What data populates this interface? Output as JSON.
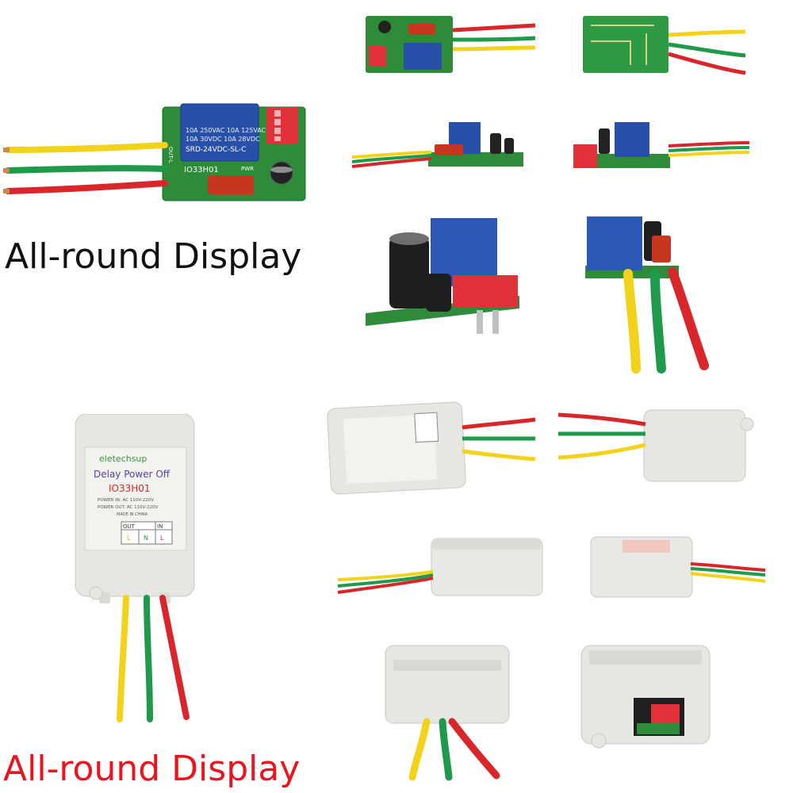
{
  "captions": {
    "top": "All-round Display",
    "bottom": "All-round Display"
  },
  "board": {
    "relay_ratings": "10A 250VAC  10A 125VAC",
    "relay_ratings_2": "10A 30VDC  10A 28VDC",
    "relay_model": "SRD-24VDC-SL-C",
    "silkscreen_model": "IO33H01",
    "silkscreen_pwr": "PWR",
    "silkscreen_out": "OUT-L"
  },
  "enclosure": {
    "brand": "eletechsup",
    "title": "Delay Power Off",
    "model": "IO33H01",
    "power_in": "POWER IN: AC 110V-220V",
    "power_out": "POWER OUT: AC 110V-220V",
    "made_in": "MADE IN CHINA",
    "table_out": "OUT",
    "table_in": "IN",
    "terminal_l_out": "L",
    "terminal_n": "N",
    "terminal_l_in": "L"
  },
  "colors": {
    "pcb": "#2e8b3a",
    "relay": "#2850a8",
    "dip": "#e0303a",
    "wire_yellow": "#f2d21a",
    "wire_green": "#1e9a4a",
    "wire_red": "#d8262a",
    "case": "#e6e7e2",
    "caption_red": "#e8141e"
  }
}
